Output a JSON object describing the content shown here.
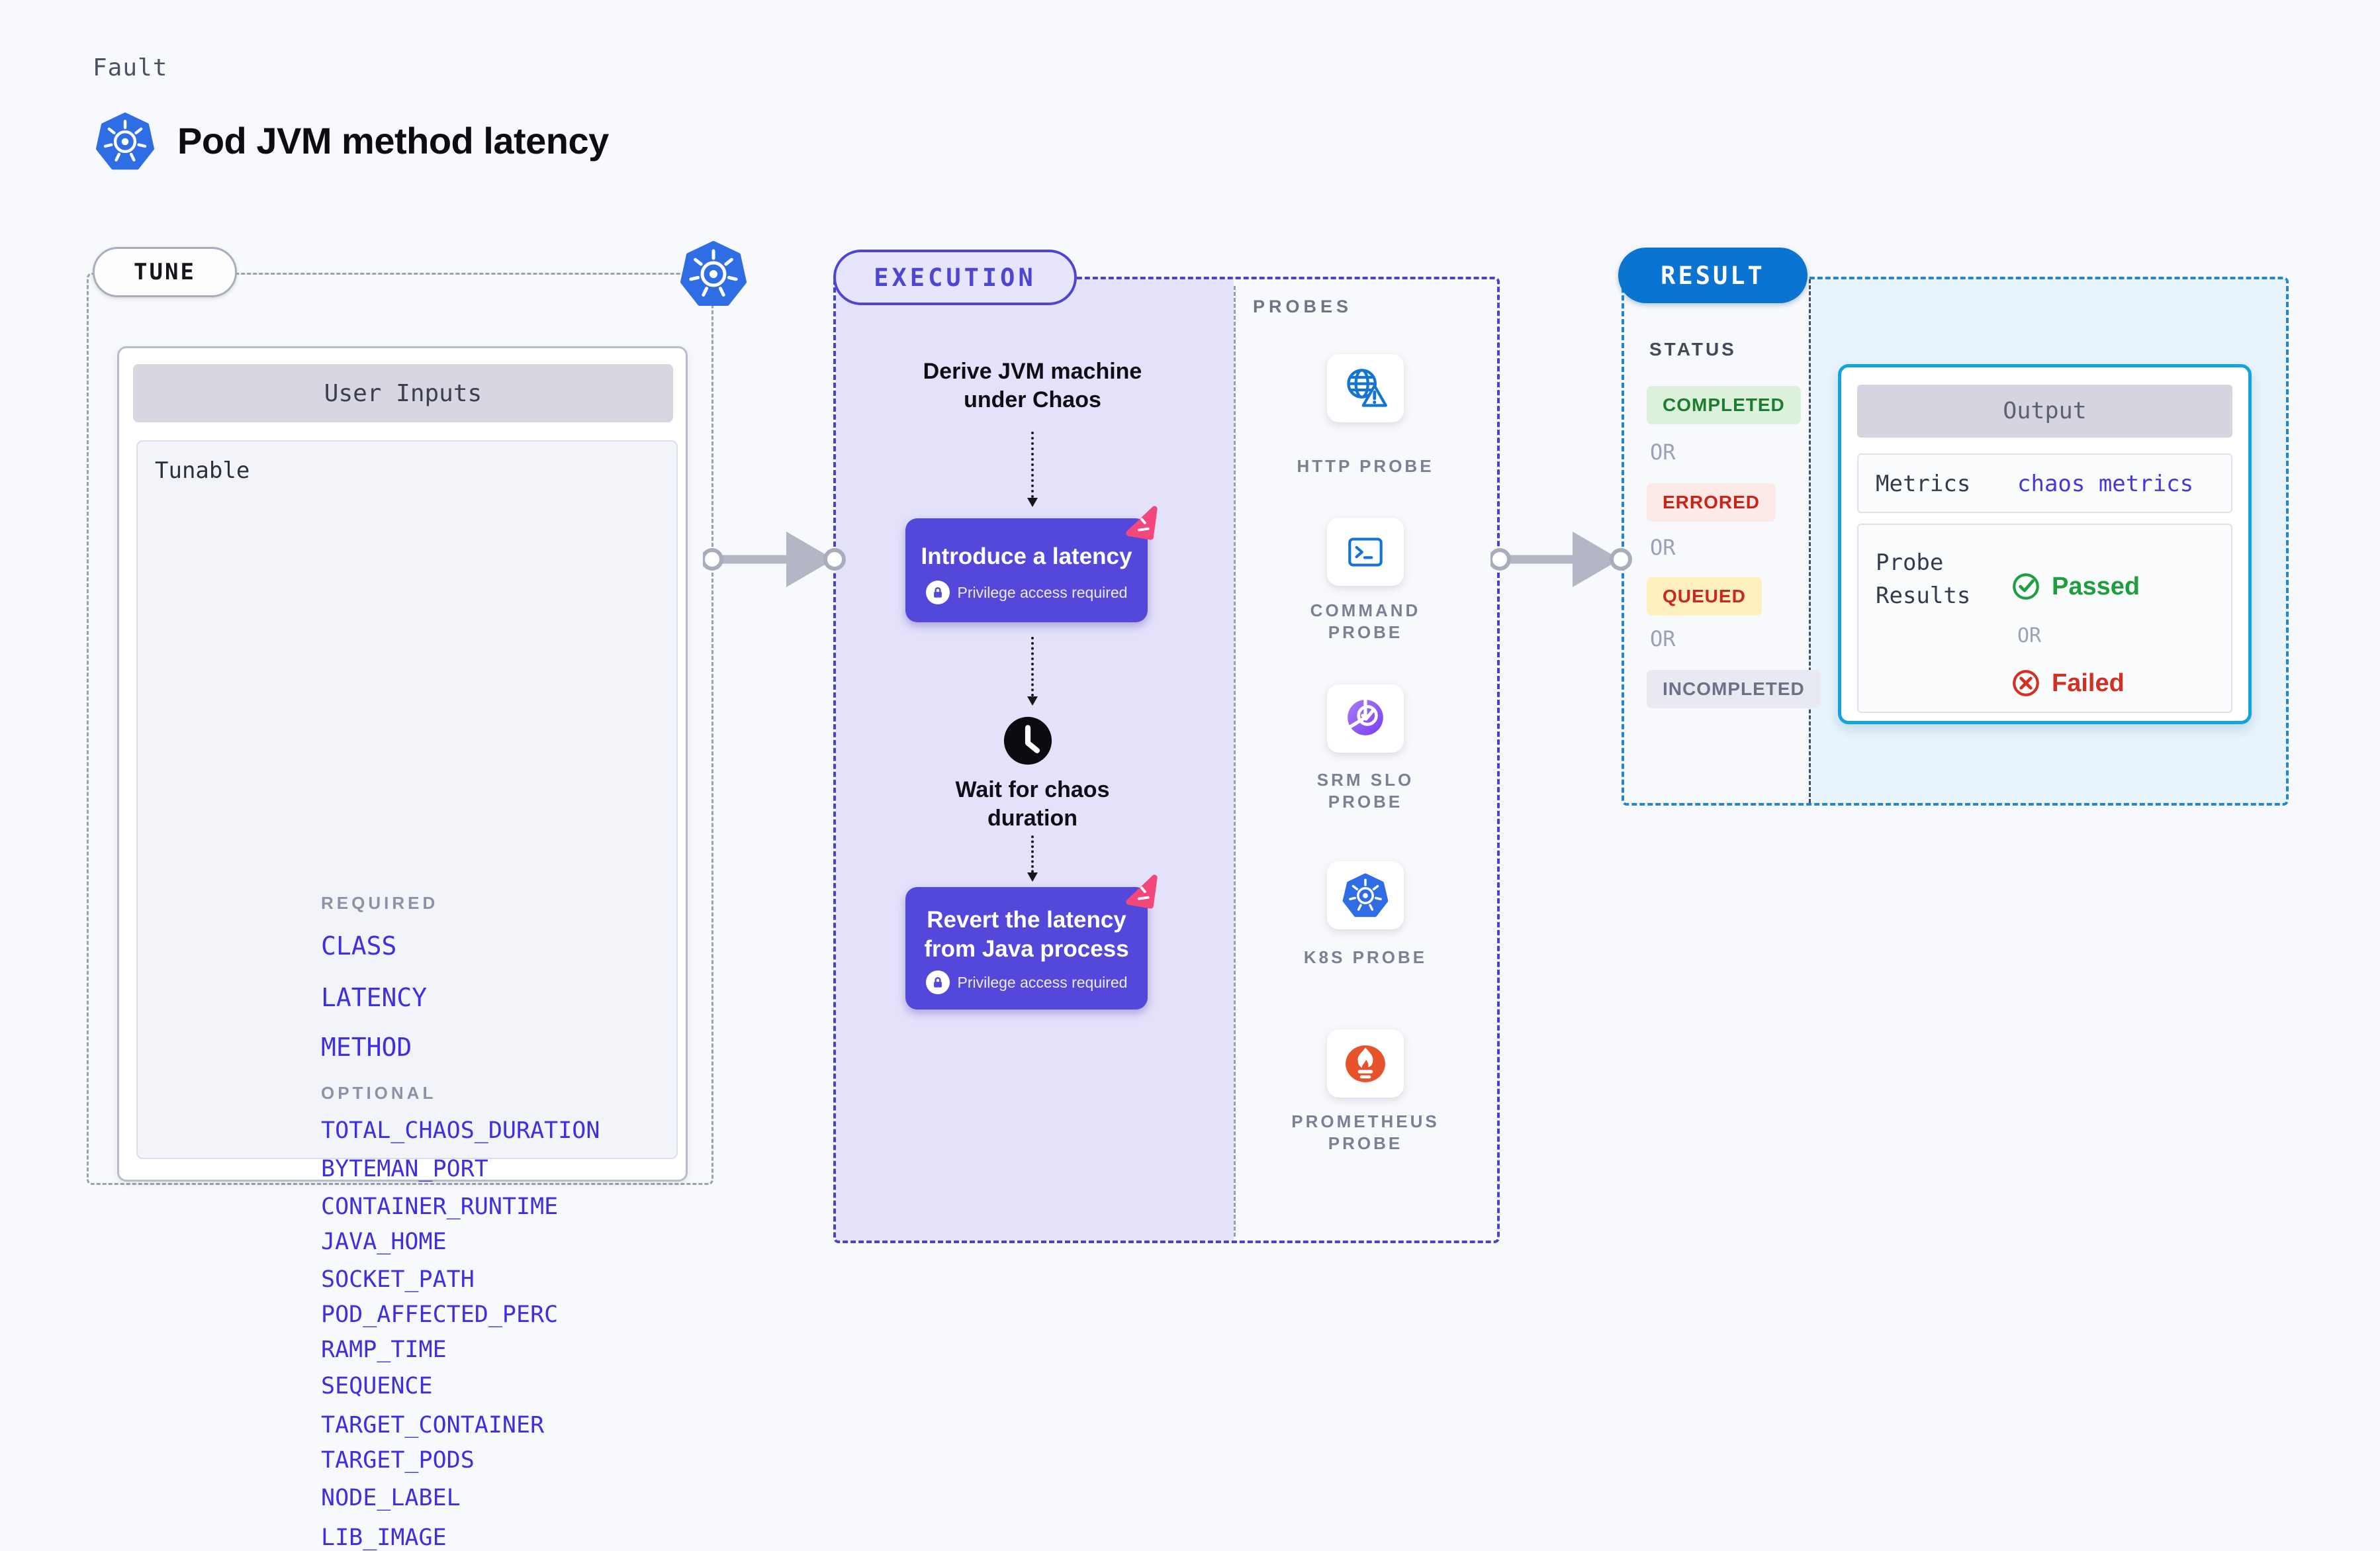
{
  "header": {
    "kicker": "Fault",
    "title": "Pod JVM method latency"
  },
  "tune": {
    "badge": "TUNE",
    "card_title": "User Inputs",
    "row_label": "Tunable",
    "required_label": "REQUIRED",
    "required_items": [
      "CLASS",
      "LATENCY",
      "METHOD"
    ],
    "optional_label": "OPTIONAL",
    "optional_items": [
      "TOTAL_CHAOS_DURATION",
      "BYTEMAN_PORT",
      "CONTAINER_RUNTIME",
      "JAVA_HOME",
      "SOCKET_PATH",
      "POD_AFFECTED_PERC",
      "RAMP_TIME",
      "SEQUENCE",
      "TARGET_CONTAINER",
      "TARGET_PODS",
      "NODE_LABEL",
      "LIB_IMAGE"
    ]
  },
  "execution": {
    "badge": "EXECUTION",
    "steps": [
      {
        "type": "text",
        "lines": [
          "Derive JVM machine",
          "under Chaos"
        ]
      },
      {
        "type": "action",
        "lines": [
          "Introduce a latency"
        ],
        "note": "Privilege access required"
      },
      {
        "type": "wait",
        "lines": [
          "Wait for chaos",
          "duration"
        ]
      },
      {
        "type": "action",
        "lines": [
          "Revert the latency",
          "from Java process"
        ],
        "note": "Privilege access required"
      }
    ]
  },
  "probes": {
    "panel_label": "PROBES",
    "items": [
      {
        "icon": "globe-warning-icon",
        "lines": [
          "HTTP PROBE"
        ]
      },
      {
        "icon": "terminal-icon",
        "lines": [
          "COMMAND",
          "PROBE"
        ]
      },
      {
        "icon": "slo-gauge-icon",
        "lines": [
          "SRM SLO",
          "PROBE"
        ]
      },
      {
        "icon": "kubernetes-icon",
        "lines": [
          "K8S PROBE"
        ]
      },
      {
        "icon": "prometheus-icon",
        "lines": [
          "PROMETHEUS",
          "PROBE"
        ]
      }
    ]
  },
  "result": {
    "badge": "RESULT",
    "status_label": "STATUS",
    "or_label": "OR",
    "statuses": [
      {
        "label": "COMPLETED",
        "bg": "#ddf2dc",
        "color": "#1c7d2e"
      },
      {
        "label": "ERRORED",
        "bg": "#fbe9e6",
        "color": "#c9241a"
      },
      {
        "label": "QUEUED",
        "bg": "#fdefbe",
        "color": "#c9281d"
      },
      {
        "label": "INCOMPLETED",
        "bg": "#e8e9f1",
        "color": "#6b7286"
      }
    ],
    "output": {
      "title": "Output",
      "metrics_label": "Metrics",
      "metrics_value": "chaos metrics",
      "probe_results_lines": [
        "Probe",
        "Results"
      ],
      "passed_label": "Passed",
      "or_label": "OR",
      "failed_label": "Failed"
    }
  },
  "colors": {
    "accent_indigo": "#4b42cb",
    "action_purple": "#5448da",
    "param_blue": "#3e2fe0",
    "result_blue": "#0b74d0",
    "output_border": "#13a4de",
    "passed_green": "#1f9e3d",
    "failed_red": "#d32f22",
    "spark_pink": "#f4487d",
    "k8s_blue": "#2e6de4",
    "probe_icon_blue": "#1374d4",
    "srm_purple": "#8a55f2",
    "prometheus_orange": "#e6522c"
  }
}
